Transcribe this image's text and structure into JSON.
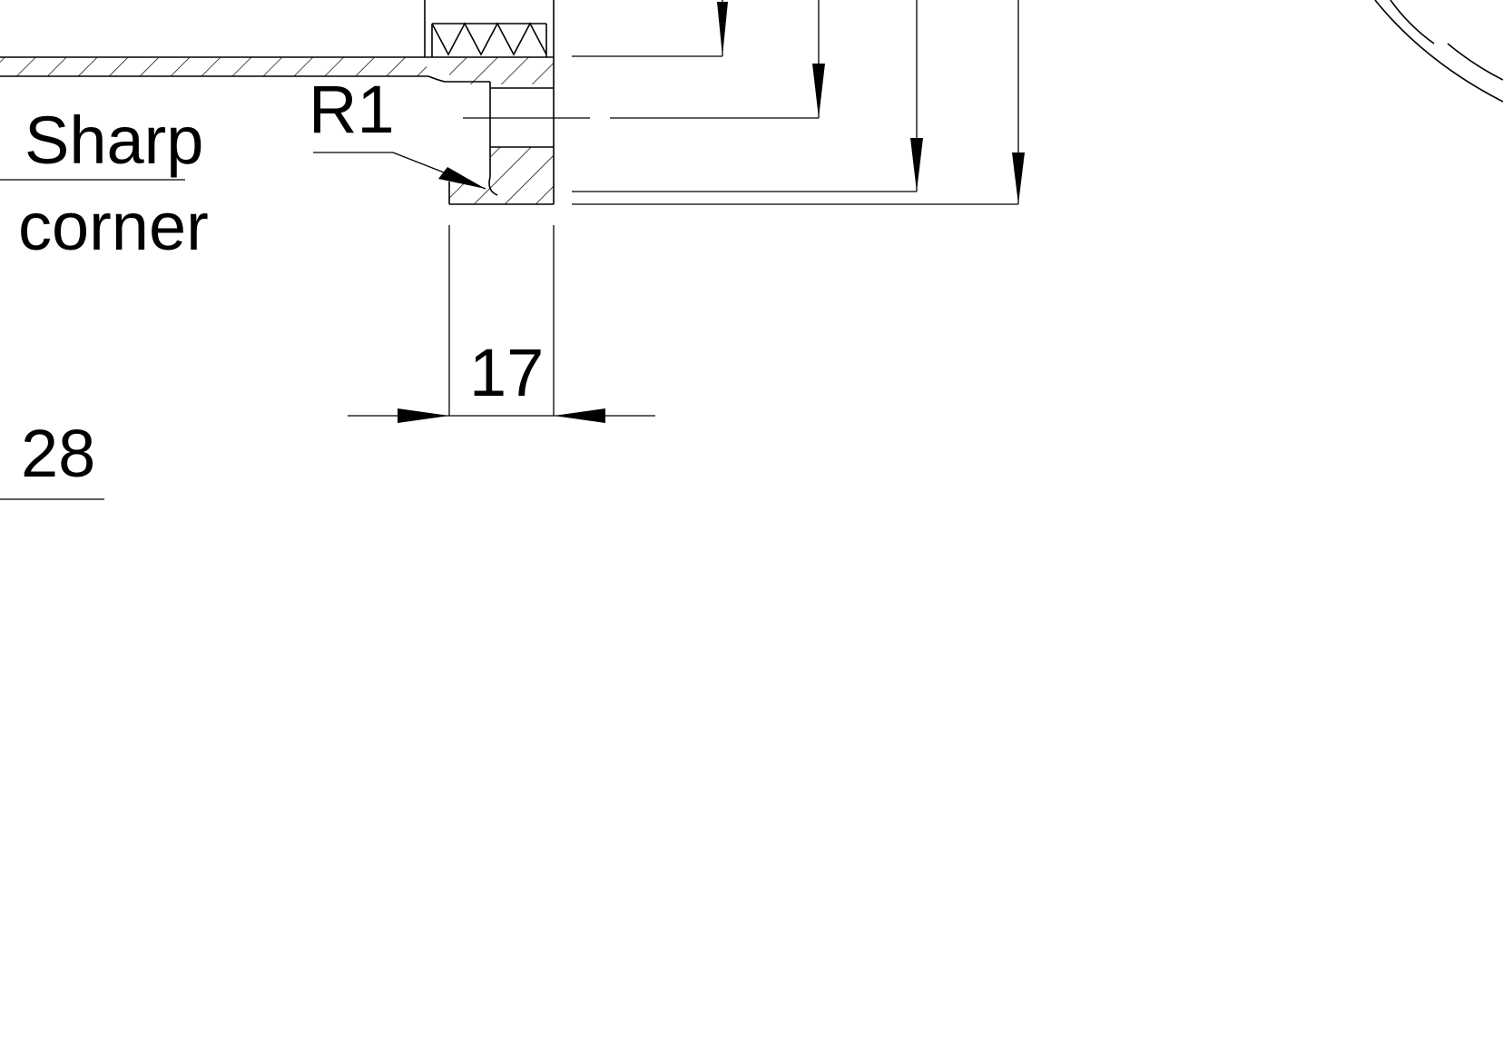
{
  "labels": {
    "sharp": "Sharp",
    "corner": "corner",
    "radius": "R1",
    "width_dim": "17",
    "value_28": "28"
  }
}
